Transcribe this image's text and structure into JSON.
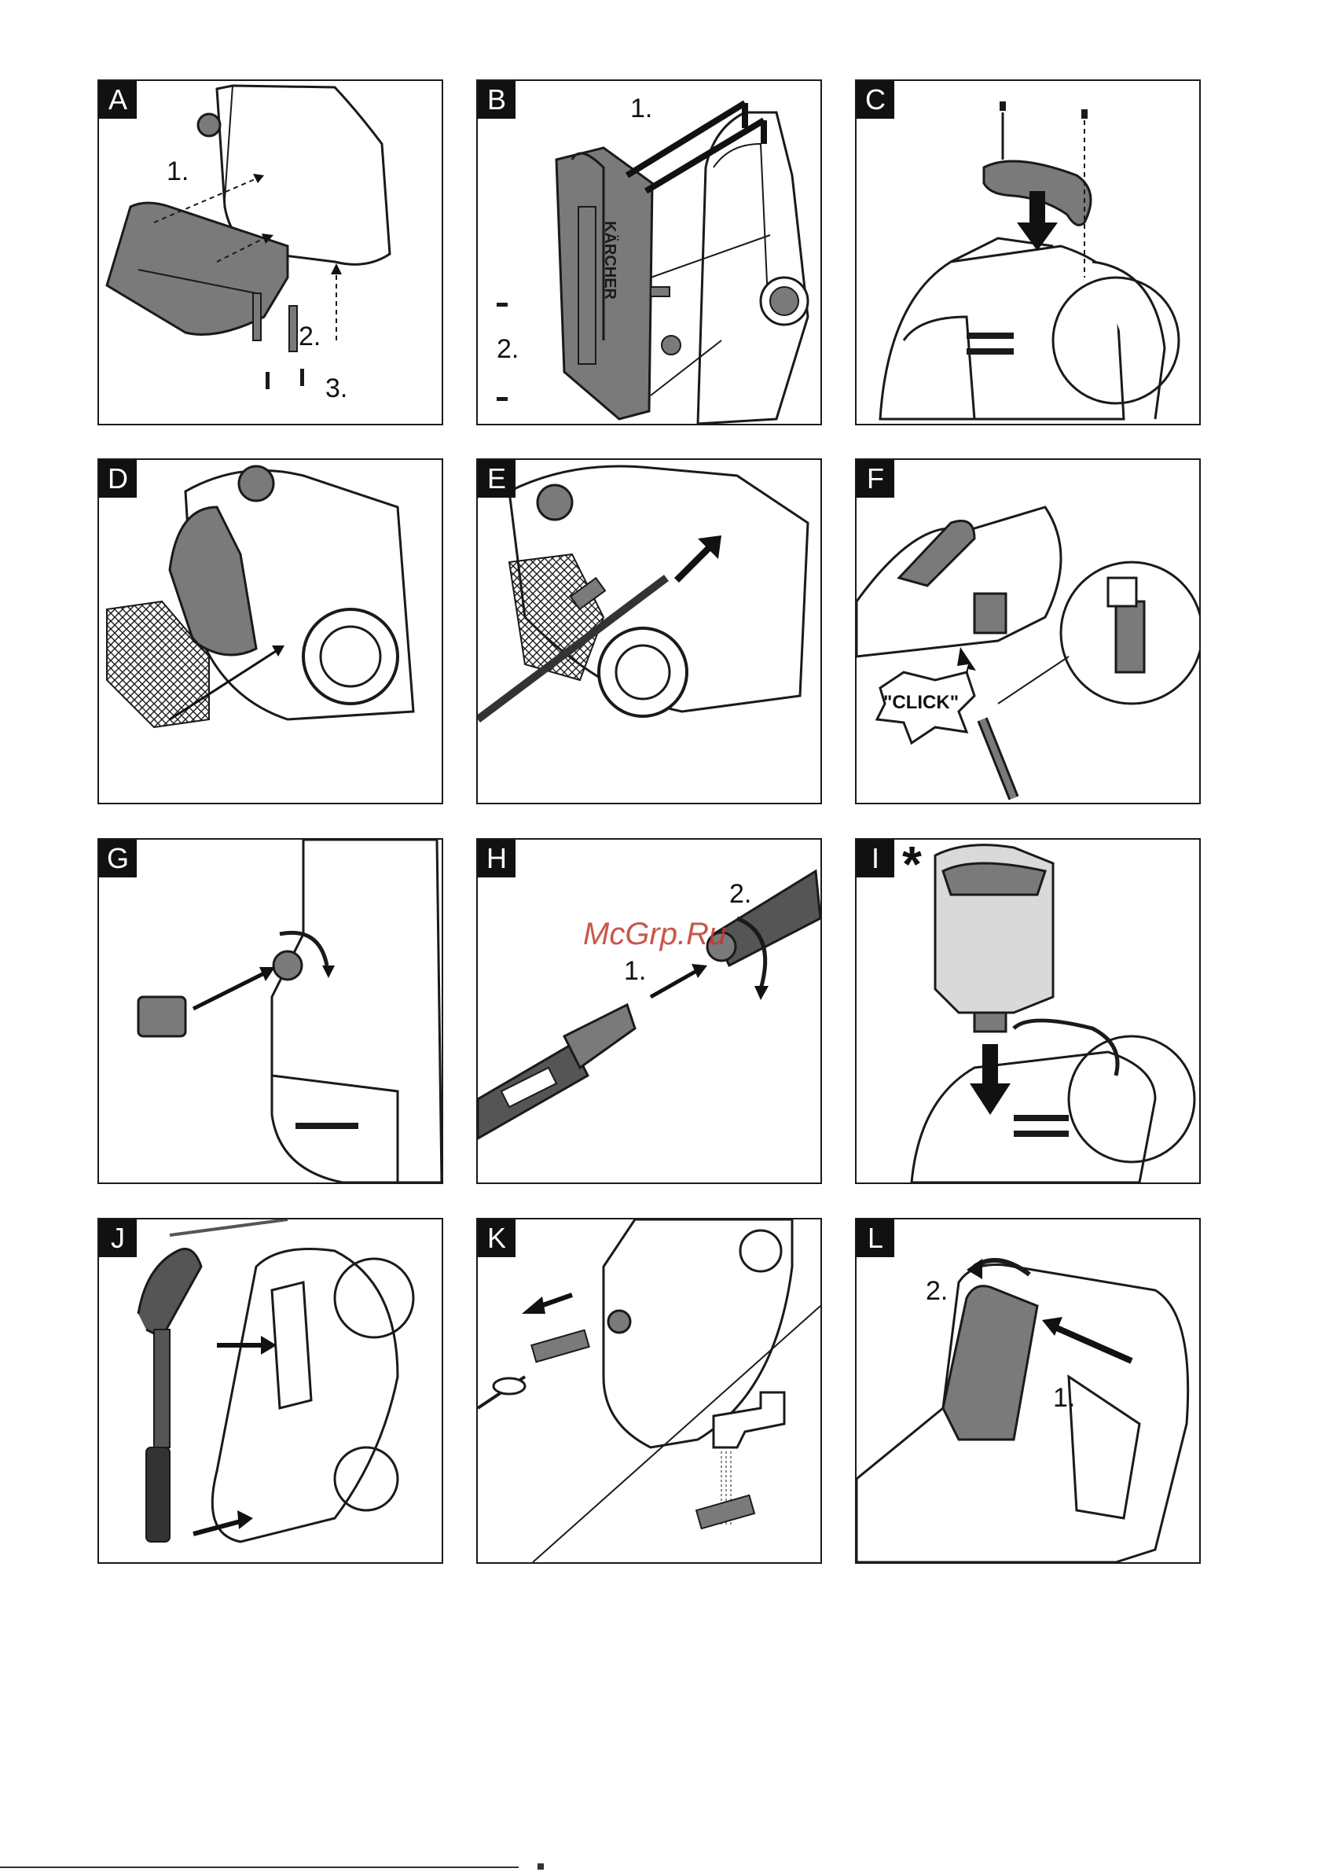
{
  "panels": [
    {
      "letter": "A",
      "steps": [
        "1.",
        "2.",
        "3."
      ]
    },
    {
      "letter": "B",
      "steps": [
        "1.",
        "2."
      ],
      "brand": "KÄRCHER"
    },
    {
      "letter": "C"
    },
    {
      "letter": "D"
    },
    {
      "letter": "E"
    },
    {
      "letter": "F",
      "callout": "\"CLICK\""
    },
    {
      "letter": "G"
    },
    {
      "letter": "H",
      "steps": [
        "1.",
        "2."
      ]
    },
    {
      "letter": "I",
      "marker": "*"
    },
    {
      "letter": "J"
    },
    {
      "letter": "K"
    },
    {
      "letter": "L",
      "steps": [
        "1.",
        "2."
      ]
    }
  ],
  "watermark": {
    "text": "McGrp.Ru",
    "color": "#c0392b"
  },
  "colors": {
    "line": "#1a1a1a",
    "part_gray": "#7a7a7a",
    "light_gray": "#d9d9d9",
    "arrow": "#111111"
  }
}
